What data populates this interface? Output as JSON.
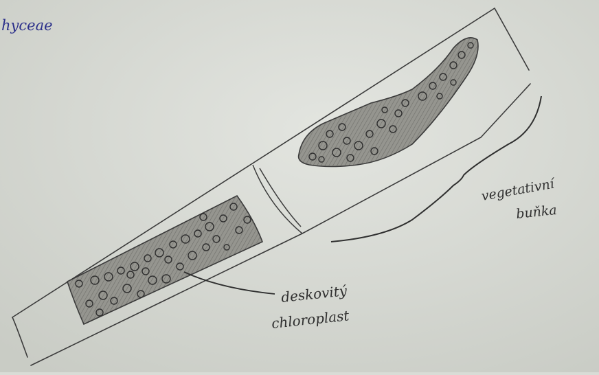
{
  "header": {
    "title_fragment": "hyceae"
  },
  "labels": {
    "vegetative_cell": [
      "vegetativní",
      "buňka"
    ],
    "chloroplast": [
      "deskovitý",
      "chloroplast"
    ]
  },
  "colors": {
    "paper": "#d9dcd6",
    "pencil": "#3b3b3b",
    "chloroplast_fill": "#8e8e88",
    "ink_blue": "#2b2f8a"
  }
}
